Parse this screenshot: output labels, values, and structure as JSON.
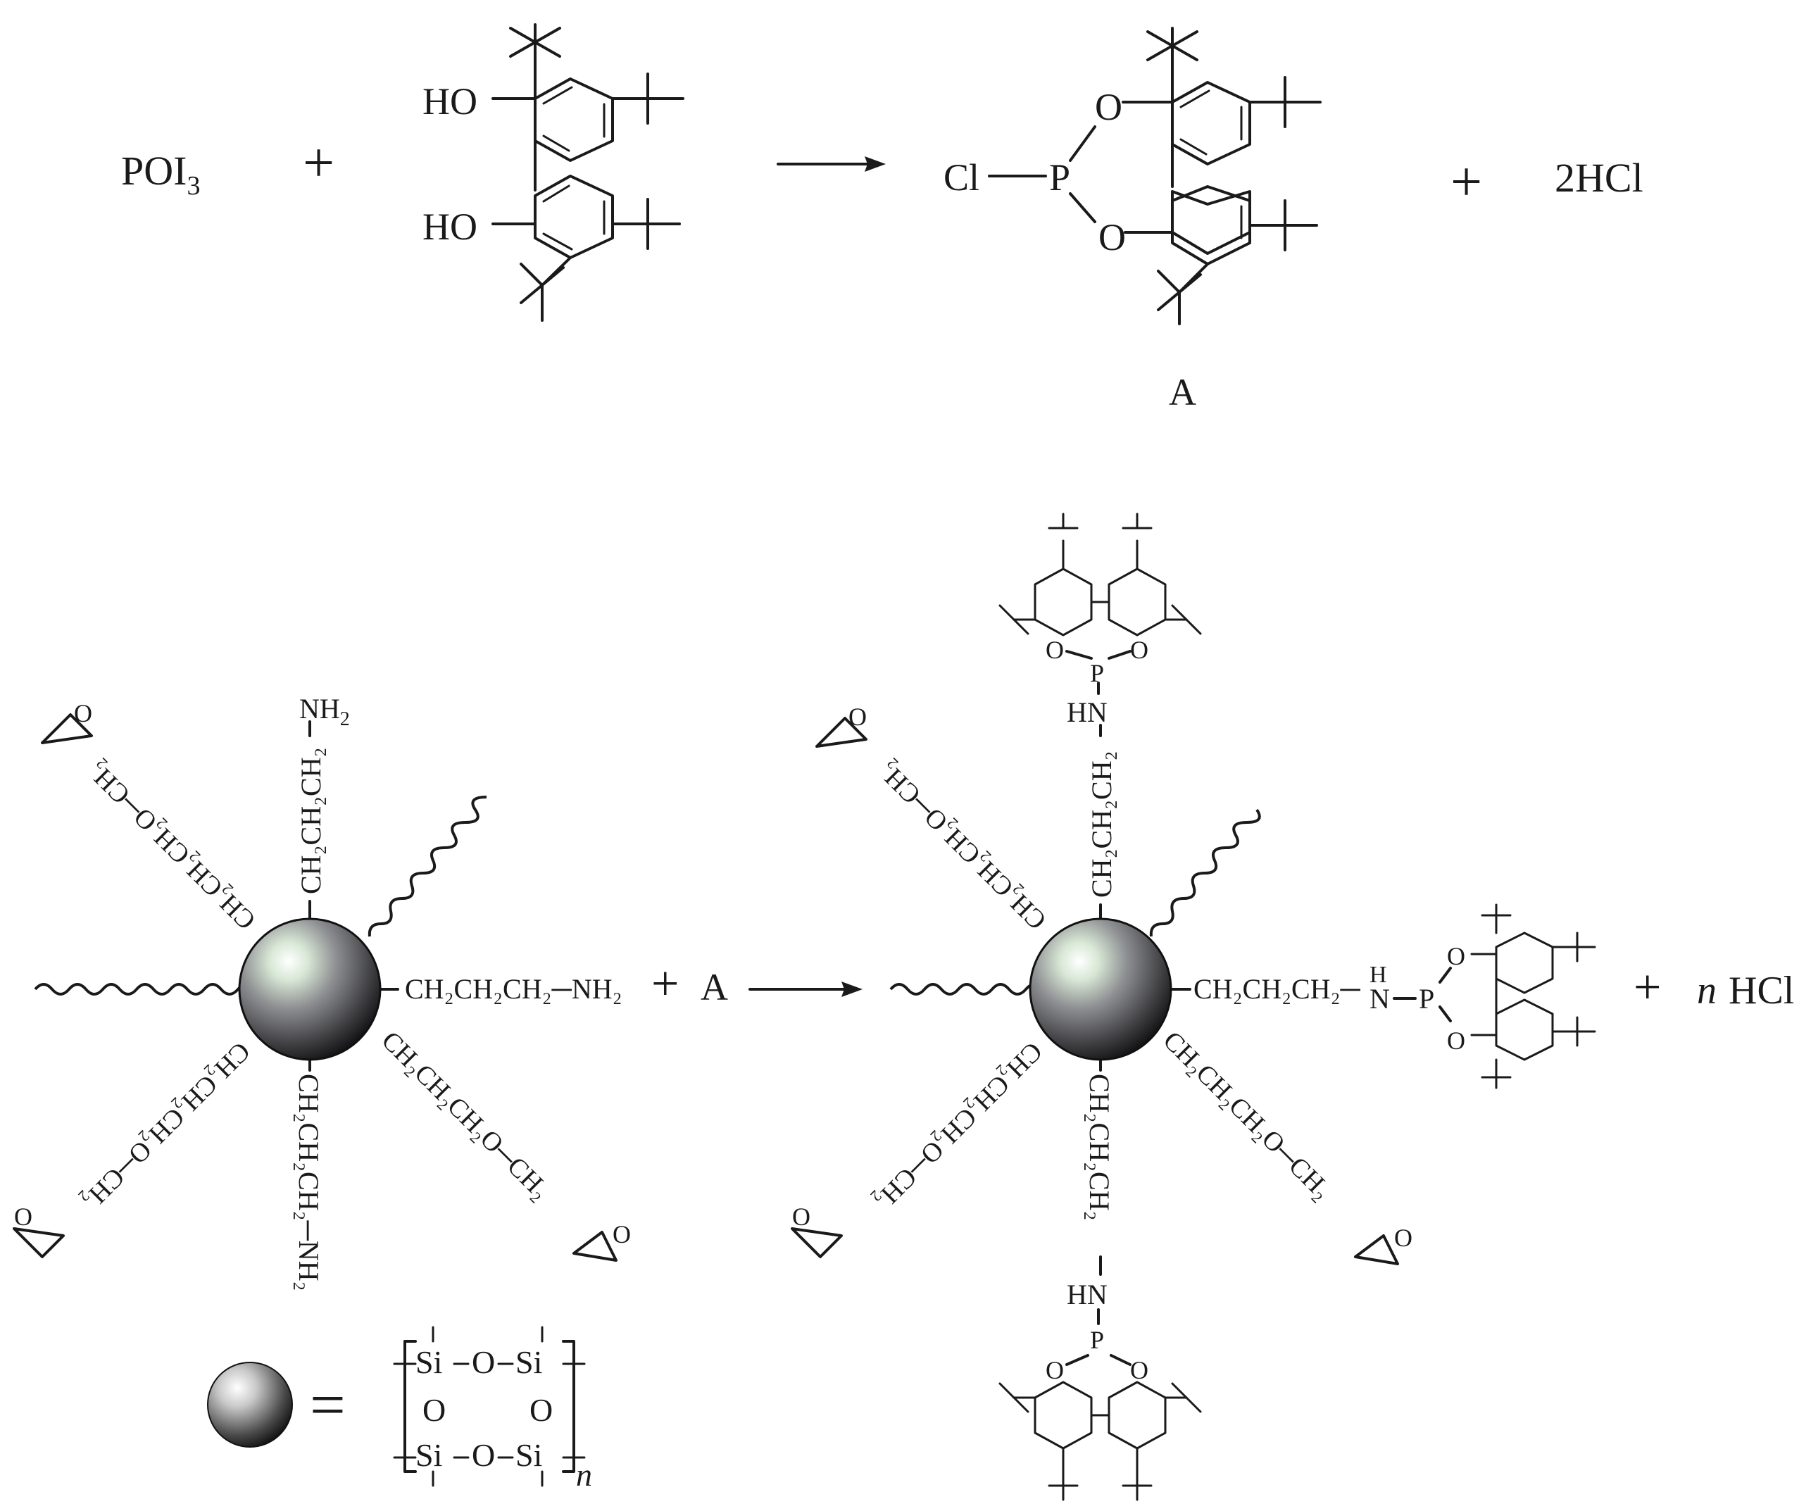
{
  "reaction1": {
    "reagent": "POI",
    "reagent_sub": "3",
    "plus_1": "+",
    "bisphenol_oh_top": "HO",
    "bisphenol_oh_bottom": "HO",
    "product_cl": "Cl",
    "product_p": "P",
    "product_o_top": "O",
    "product_o_bottom": "O",
    "plus_2": "+",
    "byproduct": "2HCl",
    "product_label": "A"
  },
  "reaction2": {
    "nh2_top": "NH",
    "nh2_top_sub": "2",
    "ch2_top": "CH",
    "plus_a": "+",
    "reagent_a": "A",
    "plus_hcl": "+",
    "n_coef": "n",
    "hcl": "HCl",
    "hn_top": "HN",
    "hn_bottom": "HN",
    "h_right": "H",
    "n_right": "N",
    "p": "P",
    "o": "O"
  },
  "legend": {
    "equals": "=",
    "si": "Si",
    "o": "O",
    "subscript_n": "n"
  }
}
